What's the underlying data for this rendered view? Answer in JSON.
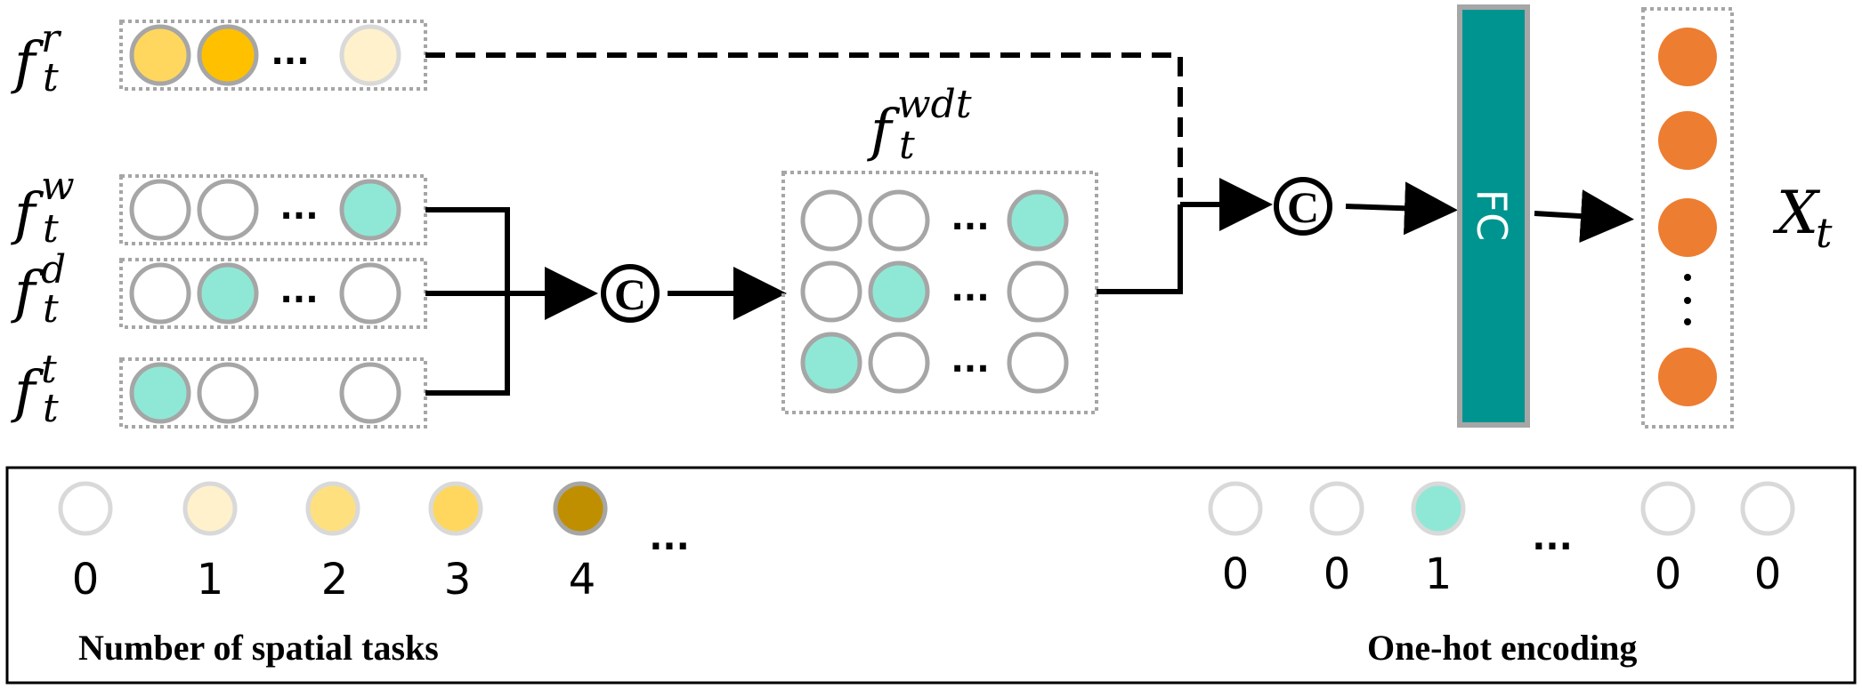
{
  "colors": {
    "empty": "#ffffff",
    "teal_light": "#8fe8d5",
    "yellow_1": "#fff1cc",
    "yellow_2": "#ffe07f",
    "yellow_3": "#ffd75f",
    "yellow_4": "#bf8f00",
    "yellow_strong": "#ffc000",
    "orange": "#ed7d31",
    "fc_fill": "#009490",
    "gray_stroke": "#a6a6a6"
  },
  "inputs": {
    "fr": {
      "base": "f",
      "sub": "t",
      "sup": "r"
    },
    "fw": {
      "base": "f",
      "sub": "t",
      "sup": "w"
    },
    "fd": {
      "base": "f",
      "sub": "t",
      "sup": "d"
    },
    "ft": {
      "base": "f",
      "sub": "t",
      "sup": "t"
    }
  },
  "concat_symbol": "C",
  "combined": {
    "base": "f",
    "sub": "t",
    "sup": "wdt"
  },
  "fc_label": "FC",
  "output": {
    "base": "X",
    "sub": "t"
  },
  "ellipsis": "...",
  "legend": {
    "left": {
      "values": [
        "0",
        "1",
        "2",
        "3",
        "4"
      ],
      "ellipsis": "...",
      "title": "Number of spatial tasks"
    },
    "right": {
      "values": [
        "0",
        "0",
        "1",
        "0",
        "0"
      ],
      "ellipsis": "...",
      "title": "One-hot encoding"
    }
  }
}
